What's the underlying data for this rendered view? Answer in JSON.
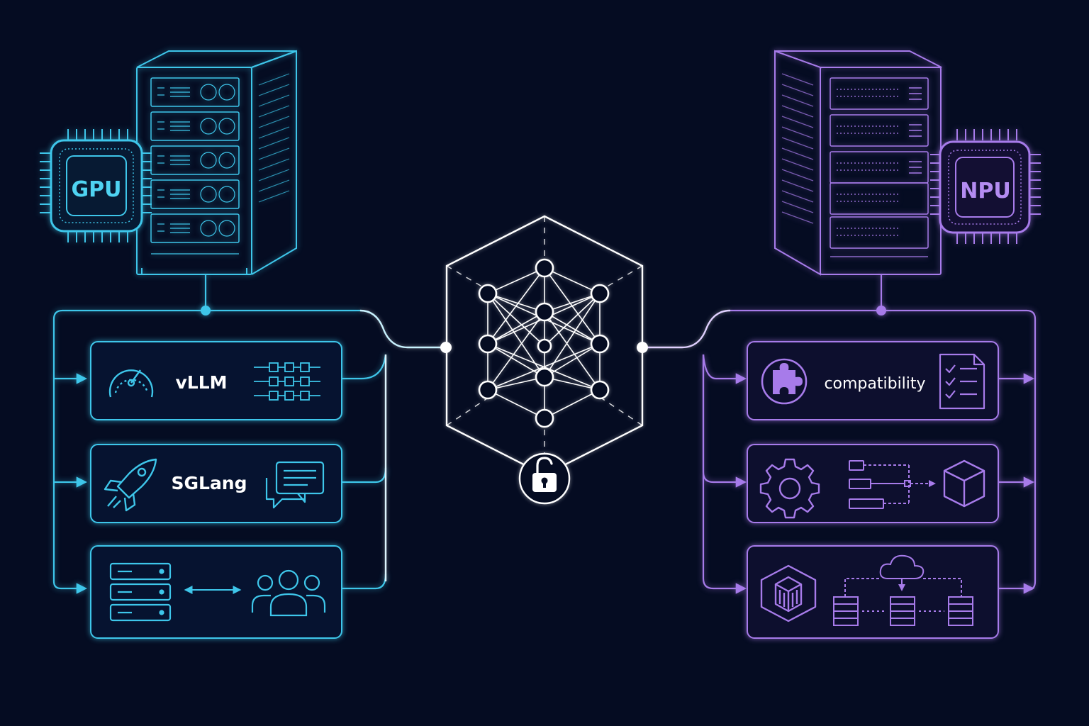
{
  "colors": {
    "background": "#050c22",
    "gpu_accent": "#3ec6ea",
    "npu_accent": "#a77bea",
    "core_accent": "#ffffff"
  },
  "gpu": {
    "chip_label": "GPU",
    "cards": [
      {
        "label": "vLLM",
        "left_icon": "speedometer-icon",
        "right_icon": "batch-grid-icon"
      },
      {
        "label": "SGLang",
        "left_icon": "rocket-icon",
        "right_icon": "chat-bubbles-icon"
      },
      {
        "label": "",
        "left_icon": "server-stack-icon",
        "middle_icon": "double-arrow-icon",
        "right_icon": "users-group-icon"
      }
    ]
  },
  "npu": {
    "chip_label": "NPU",
    "cards": [
      {
        "label": "compatibility",
        "left_icon": "puzzle-icon",
        "right_icon": "checklist-document-icon"
      },
      {
        "label": "",
        "left_icon": "gear-icon",
        "middle_icon": "flow-diagram-icon",
        "right_icon": "cube-icon"
      },
      {
        "label": "",
        "left_icon": "container-hexagon-icon",
        "right_icon": "cloud-distribution-icon"
      }
    ]
  },
  "core": {
    "icon": "neural-network-hexagon-icon",
    "lock_icon": "unlocked-padlock-icon"
  }
}
